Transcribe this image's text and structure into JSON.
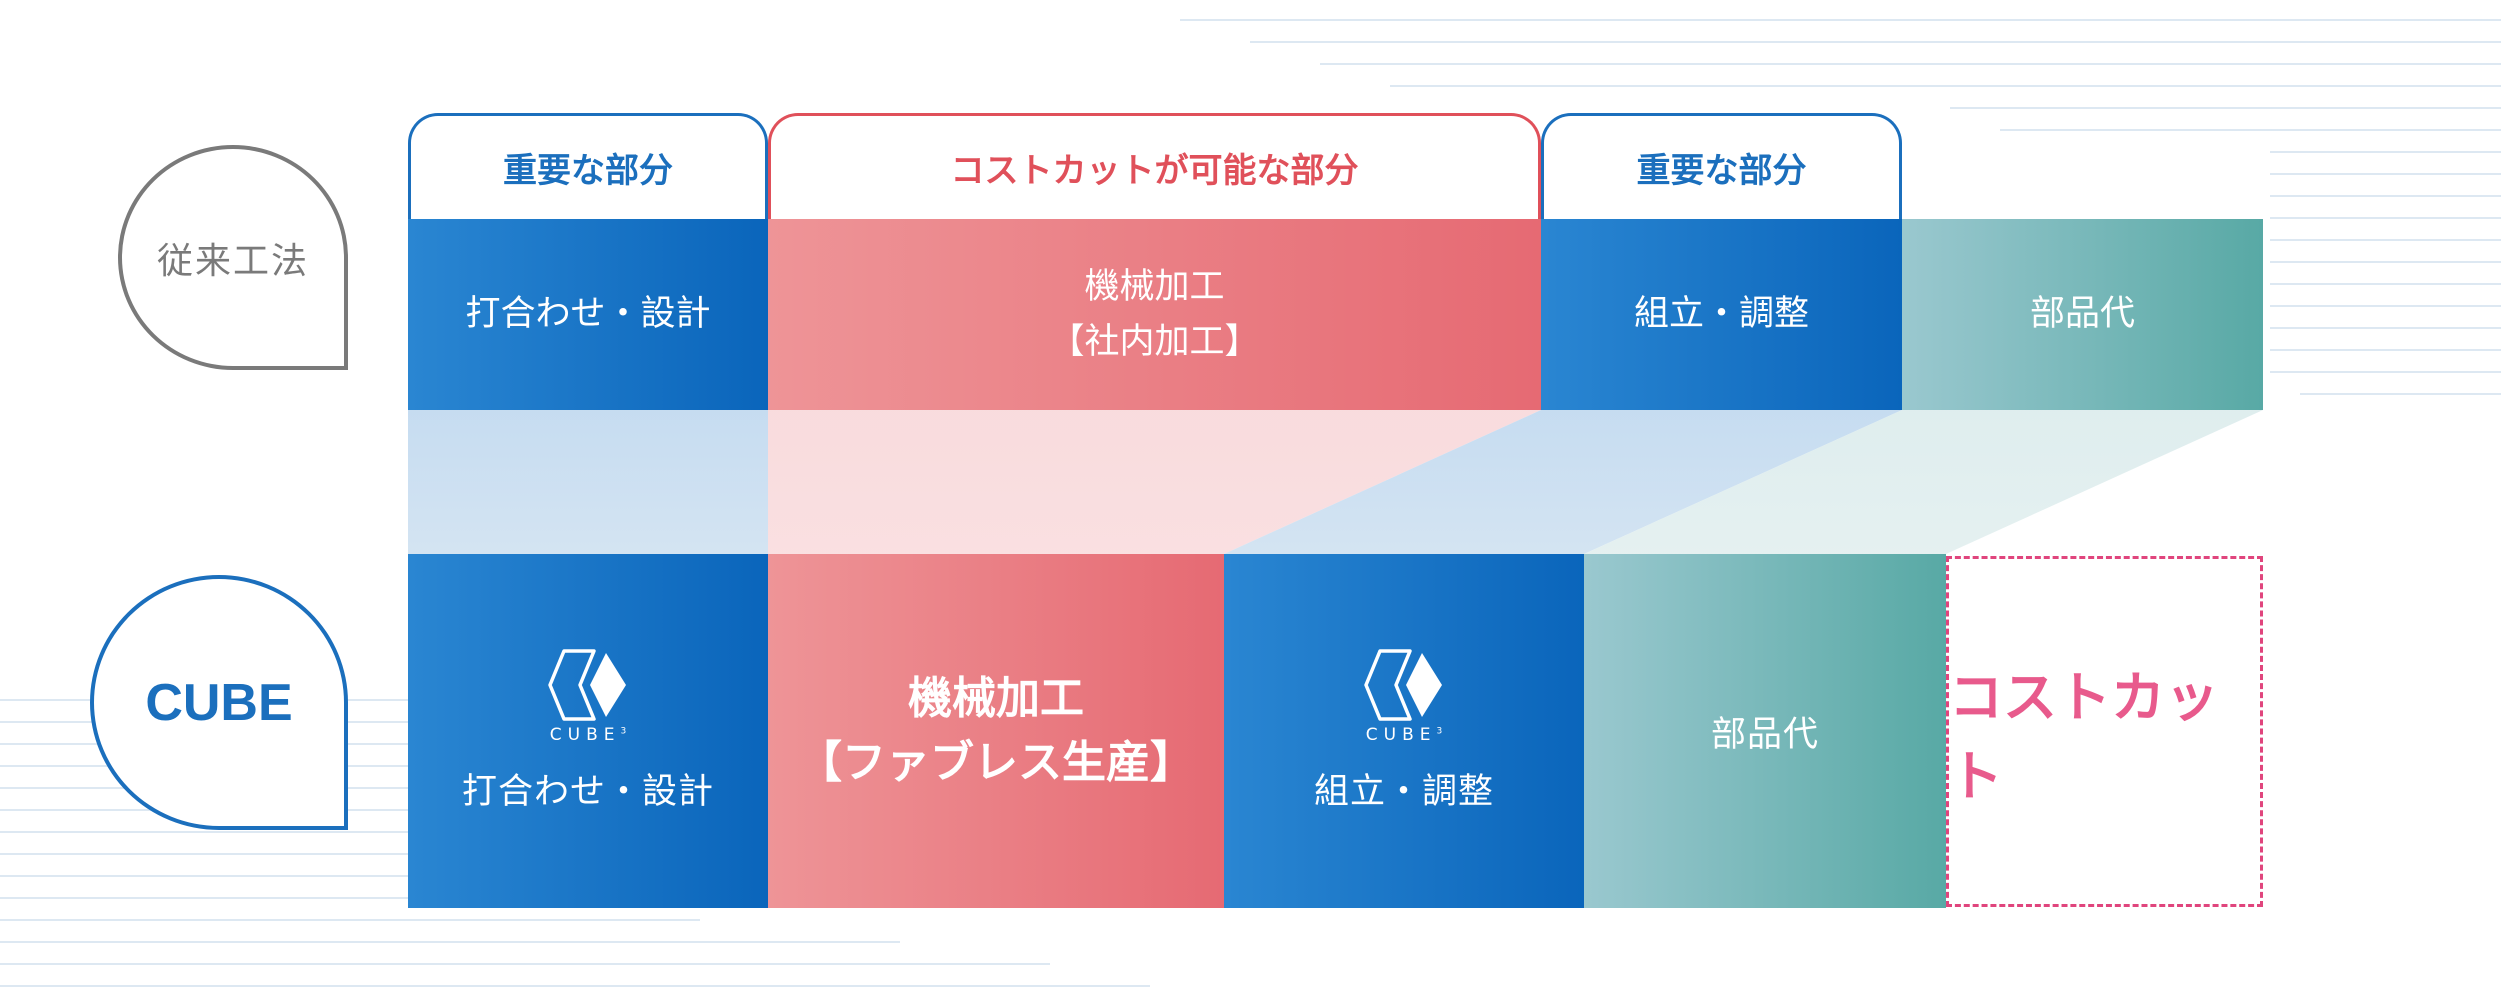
{
  "badges": {
    "conventional": "従来工法",
    "cube": "CUBE"
  },
  "tabs": {
    "important_left": "重要な部分",
    "cost_cut_possible": "コストカットが可能な部分",
    "important_right": "重要な部分"
  },
  "conventional_row": {
    "meeting_design": "打合わせ・設計",
    "machining_line1": "機械加工",
    "machining_line2": "【社内加工】",
    "assembly": "組立・調整",
    "parts": "部品代"
  },
  "cube_row": {
    "logo_text": "CUBE",
    "logo_sup": "3",
    "meeting_design": "打合わせ・設計",
    "machining_line1": "機械加工",
    "machining_line2": "【ファブレス生産】",
    "assembly": "組立・調整",
    "parts": "部品代",
    "cost_cut": "コストカット"
  },
  "colors": {
    "blue": "#1b6fbd",
    "red": "#e0505a",
    "teal": "#58a9a5",
    "gray": "#7a7a7a",
    "pink": "#e85a8c"
  },
  "icons": {
    "cube_logo": "cube-logo-icon"
  }
}
